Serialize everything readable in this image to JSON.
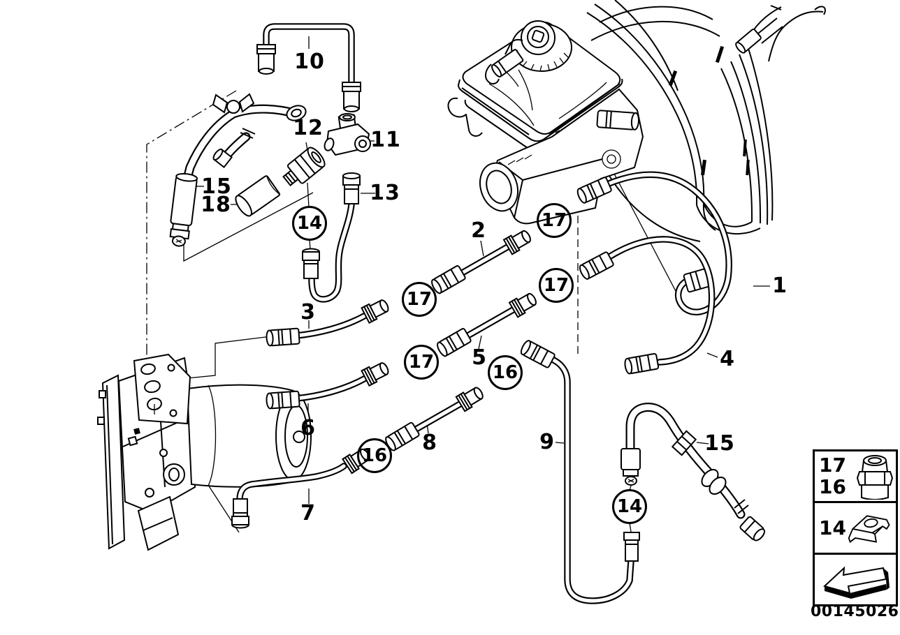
{
  "drawing_number": "00145026",
  "callouts": {
    "plain": [
      {
        "label": "10"
      },
      {
        "label": "11"
      },
      {
        "label": "12"
      },
      {
        "label": "13"
      },
      {
        "label": "15"
      },
      {
        "label": "18"
      },
      {
        "label": "2"
      },
      {
        "label": "1"
      },
      {
        "label": "3"
      },
      {
        "label": "5"
      },
      {
        "label": "4"
      },
      {
        "label": "6"
      },
      {
        "label": "8"
      },
      {
        "label": "9"
      },
      {
        "label": "7"
      },
      {
        "label": "15"
      }
    ],
    "circled": [
      {
        "label": "14"
      },
      {
        "label": "17"
      },
      {
        "label": "17"
      },
      {
        "label": "17"
      },
      {
        "label": "17"
      },
      {
        "label": "16"
      },
      {
        "label": "16"
      },
      {
        "label": "14"
      }
    ]
  },
  "legend": {
    "rows": [
      {
        "labels": [
          "17",
          "16"
        ],
        "icon": "union-fitting-icon"
      },
      {
        "labels": [
          "14"
        ],
        "icon": "clip-bracket-icon"
      },
      {
        "labels": [],
        "icon": "direction-arrow-icon"
      }
    ]
  }
}
